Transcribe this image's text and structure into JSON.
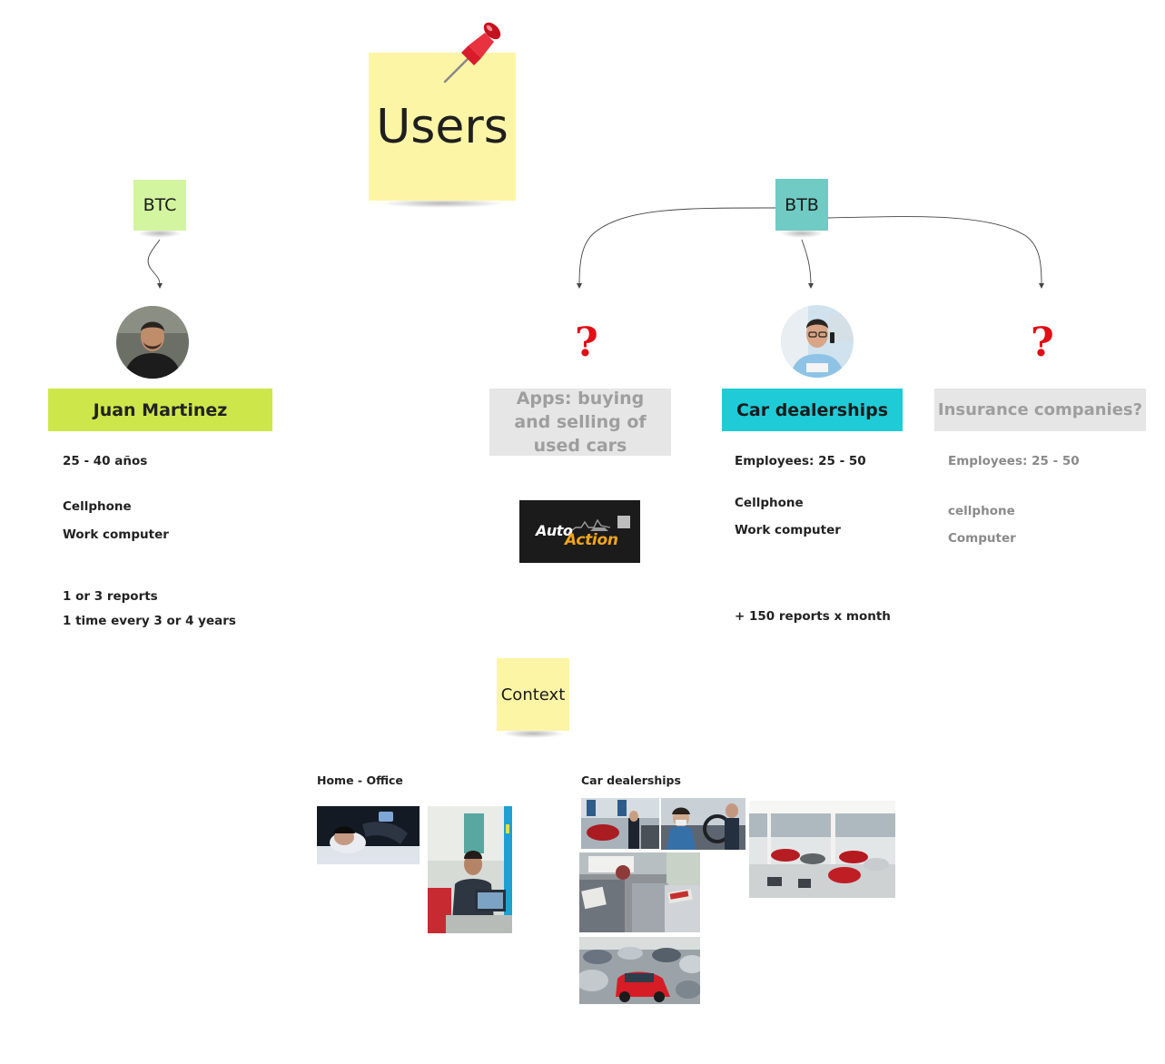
{
  "notes": {
    "users": "Users",
    "btc": "BTC",
    "btb": "BTB",
    "context": "Context"
  },
  "btc_persona": {
    "name": "Juan Martinez",
    "age": "25 - 40 años",
    "device1": "Cellphone",
    "device2": "Work computer",
    "reports": "1 or 3 reports",
    "frequency": "1 time every 3 or 4 years"
  },
  "apps": {
    "title": "Apps: buying and selling of used cars",
    "question": "?",
    "logo_line1": "Auto",
    "logo_line2": "Action"
  },
  "dealerships": {
    "title": "Car dealerships",
    "employees": "Employees: 25 - 50",
    "device1": "Cellphone",
    "device2": "Work computer",
    "reports": "+ 150 reports x month"
  },
  "insurance": {
    "title": "Insurance companies?",
    "question": "?",
    "employees": "Employees: 25 - 50",
    "device1": "cellphone",
    "device2": "Computer"
  },
  "context": {
    "home_label": "Home - Office",
    "dealer_label": "Car dealerships"
  },
  "icons": {
    "pin": "pushpin-icon"
  },
  "colors": {
    "users_note": "#fdf5a6",
    "btc_note": "#d3f5a0",
    "btb_note": "#6fcbc3",
    "juan_header": "#cde74a",
    "dealer_header": "#1fcbd7",
    "grey_header": "#e6e6e6",
    "question": "#e00f16"
  }
}
